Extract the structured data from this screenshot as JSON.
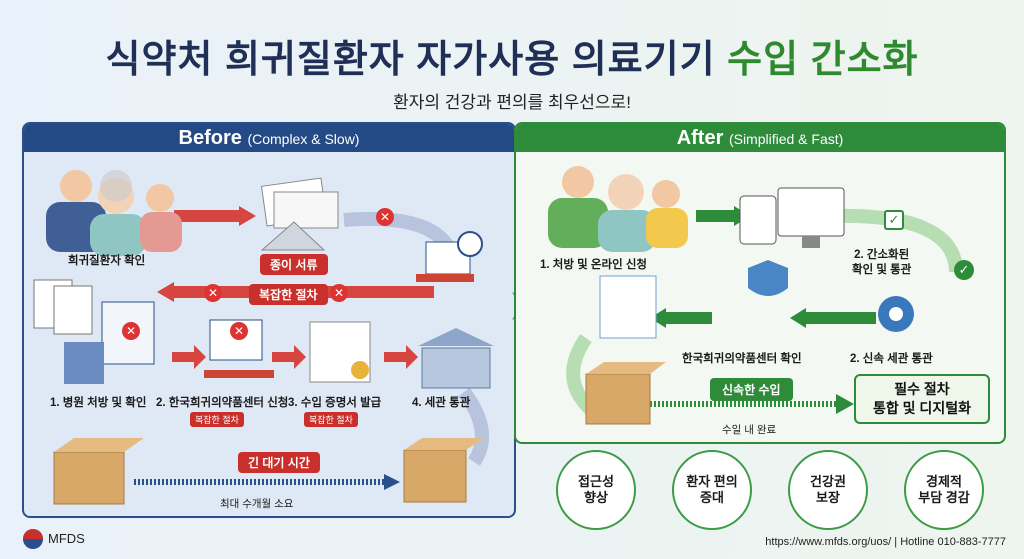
{
  "title": {
    "main": "식약처 희귀질환자 자가사용 의료기기",
    "highlight": "수입 간소화"
  },
  "subtitle": "환자의 건강과 편의를 최우선으로!",
  "before": {
    "header": "Before",
    "header_sub": "(Complex & Slow)",
    "patient_label": "희귀질환자 확인",
    "paper_tag": "종이 서류",
    "complex_tag": "복잡한 절차",
    "steps": [
      {
        "label": "1. 병원 처방 및 확인"
      },
      {
        "label": "2. 한국희귀의약품센터 신청",
        "tag": "복잡한 절차"
      },
      {
        "label": "3. 수입 증명서 발급",
        "tag": "복잡한 절차"
      },
      {
        "label": "4. 세관 통관"
      }
    ],
    "wait_tag": "긴 대기 시간",
    "wait_caption": "최대 수개월 소요"
  },
  "after": {
    "header": "After",
    "header_sub": "(Simplified & Fast)",
    "step1": "1. 처방 및 온라인 신청",
    "step2": "2. 간소화된\n확인 및 통관",
    "center": "한국희귀의약품센터 확인",
    "customs": "2. 신속 세관 통관",
    "fast_tag": "신속한 수입",
    "fast_caption": "수일 내 완료",
    "box": "필수 절차\n통합 및 디지털화"
  },
  "benefits": [
    "접근성\n향상",
    "환자 편의\n증대",
    "건강권\n보장",
    "경제적\n부담 경감"
  ],
  "footer": {
    "logo": "MFDS",
    "link": "https://www.mfds.org/uos/",
    "sep": "|",
    "hotline": "Hotline 010-883-7777"
  },
  "colors": {
    "before": "#244a86",
    "after": "#2d8b3a",
    "alert": "#c9302c"
  }
}
